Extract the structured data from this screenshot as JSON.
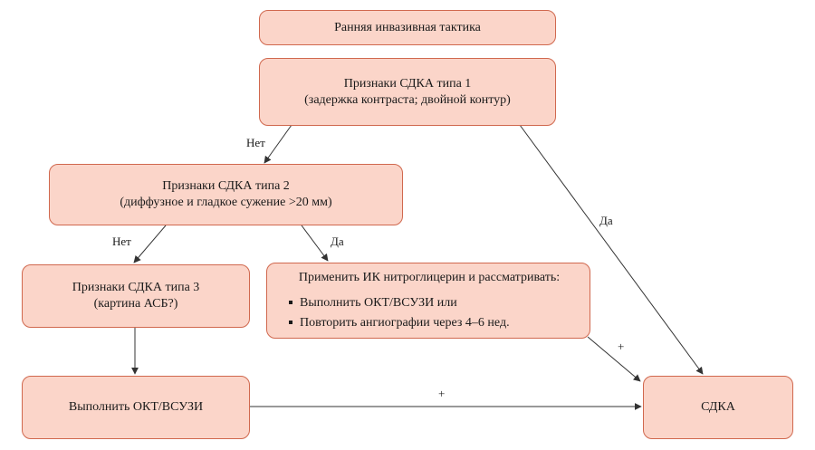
{
  "nodes": {
    "start": {
      "label": "Ранняя инвазивная тактика"
    },
    "type1": {
      "title": "Признаки СДКА типа 1",
      "subtitle": "(задержка контраста; двойной контур)"
    },
    "type2": {
      "title": "Признаки СДКА типа 2",
      "subtitle": "(диффузное и гладкое сужение >20 мм)"
    },
    "type3": {
      "title": "Признаки СДКА типа 3",
      "subtitle": "(картина АСБ?)"
    },
    "nitro": {
      "title": "Применить ИК нитроглицерин и рассматривать:",
      "items": [
        "Выполнить ОКТ/ВСУЗИ или",
        "Повторить ангиографии через 4–6 нед."
      ]
    },
    "oct": {
      "label": "Выполнить ОКТ/ВСУЗИ"
    },
    "sdka": {
      "label": "СДКА"
    }
  },
  "edge_labels": {
    "type1_no": "Нет",
    "type1_yes": "Да",
    "type2_no": "Нет",
    "type2_yes": "Да",
    "nitro_plus": "+",
    "oct_plus": "+"
  },
  "colors": {
    "box_fill": "#fbd5c9",
    "box_border": "#d0684e",
    "line": "#333333"
  }
}
